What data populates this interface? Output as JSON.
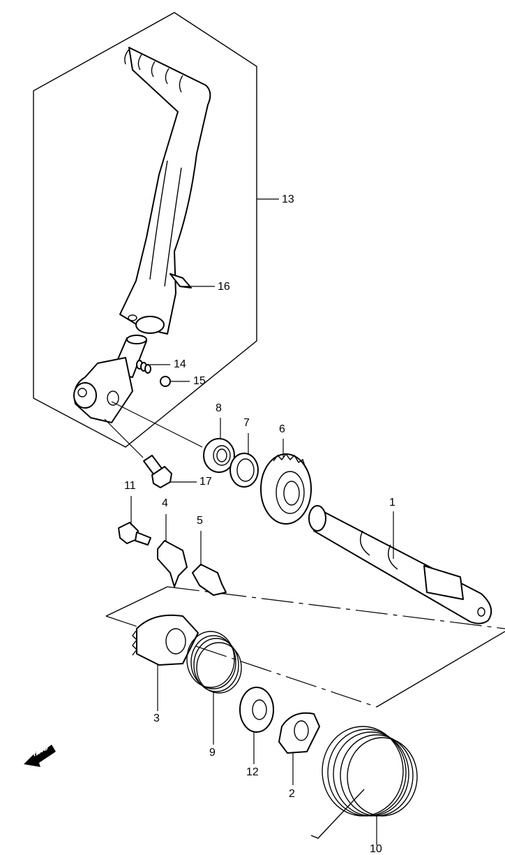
{
  "callouts": [
    {
      "id": "part-1",
      "label": "1"
    },
    {
      "id": "part-2",
      "label": "2"
    },
    {
      "id": "part-3",
      "label": "3"
    },
    {
      "id": "part-4",
      "label": "4"
    },
    {
      "id": "part-5",
      "label": "5"
    },
    {
      "id": "part-6",
      "label": "6"
    },
    {
      "id": "part-7",
      "label": "7"
    },
    {
      "id": "part-8",
      "label": "8"
    },
    {
      "id": "part-9",
      "label": "9"
    },
    {
      "id": "part-10",
      "label": "10"
    },
    {
      "id": "part-11",
      "label": "11"
    },
    {
      "id": "part-12",
      "label": "12"
    },
    {
      "id": "part-13",
      "label": "13"
    },
    {
      "id": "part-14",
      "label": "14"
    },
    {
      "id": "part-15",
      "label": "15"
    },
    {
      "id": "part-16",
      "label": "16"
    },
    {
      "id": "part-17",
      "label": "17"
    }
  ],
  "fwd_badge": "FWD"
}
